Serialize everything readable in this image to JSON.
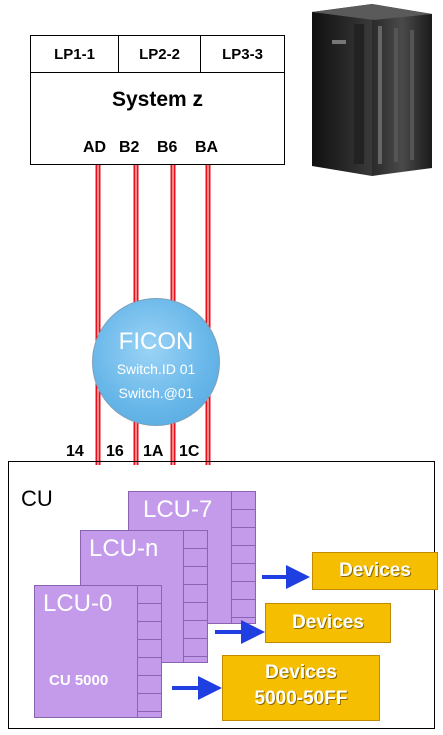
{
  "system": {
    "lpars": [
      "LP1-1",
      "LP2-2",
      "LP3-3"
    ],
    "name": "System z",
    "chpids": [
      "AD",
      "B2",
      "B6",
      "BA"
    ]
  },
  "switch": {
    "title": "FICON",
    "id_line": "Switch.ID 01",
    "addr_line": "Switch.@01",
    "ports": [
      "14",
      "16",
      "1A",
      "1C"
    ]
  },
  "control_unit": {
    "label": "CU",
    "lcus": [
      "LCU-7",
      "LCU-n",
      "LCU-0"
    ],
    "cu_number": "CU 5000"
  },
  "devices": [
    {
      "line1": "Devices",
      "line2": ""
    },
    {
      "line1": "Devices",
      "line2": ""
    },
    {
      "line1": "Devices",
      "line2": "5000-50FF"
    }
  ],
  "colors": {
    "link": "#e8101a",
    "switch": "#6ab8ea",
    "lcu": "#c39bea",
    "devices": "#f6be00",
    "arrow": "#1f3fe0"
  },
  "icons": {
    "mainframe": "mainframe-server-icon"
  }
}
